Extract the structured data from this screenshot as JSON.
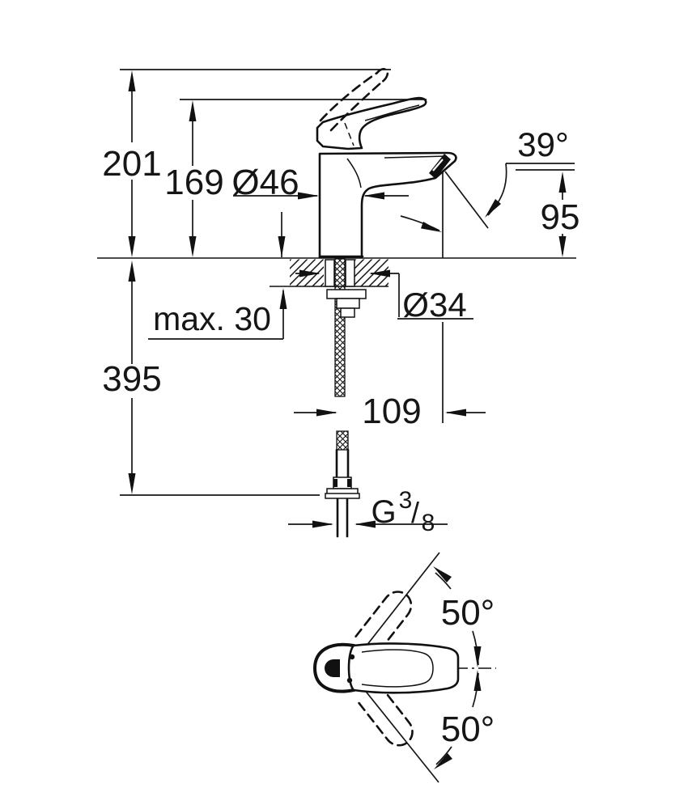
{
  "drawing": {
    "title": "single-lever-basin-mixer-dimension-drawing",
    "front_view": {
      "overall_height_lever_raised": "201",
      "overall_height_lever_down": "169",
      "body_diameter": "Ø46",
      "spout_angle": "39°",
      "spout_outlet_height": "95",
      "deck_max_thickness": "max. 30",
      "deck_hole_diameter": "Ø34",
      "hose_length_below_deck": "395",
      "spout_reach": "109",
      "thread": {
        "prefix": "G",
        "numerator": "3",
        "slash": "/",
        "denominator": "8"
      }
    },
    "top_view": {
      "lever_swing_up": "50°",
      "lever_swing_down": "50°"
    },
    "colors": {
      "line": "#111111",
      "background": "#ffffff"
    }
  }
}
